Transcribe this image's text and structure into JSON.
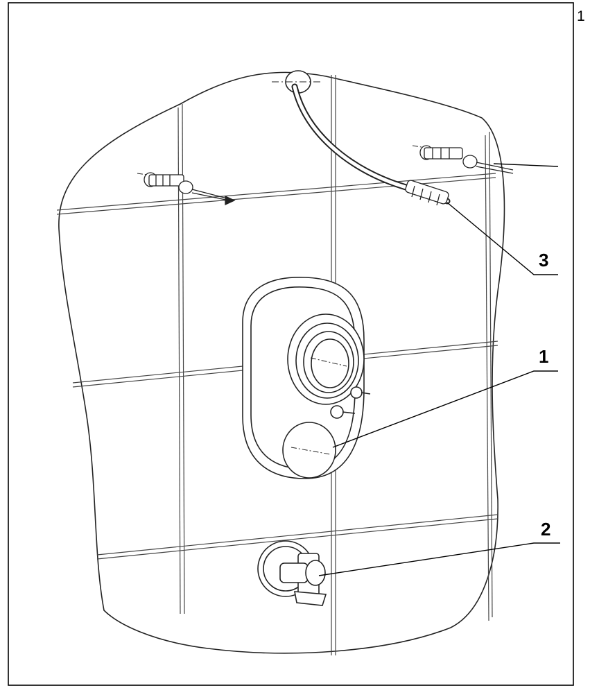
{
  "page": {
    "number": "1"
  },
  "callouts": {
    "one": "1",
    "two": "2",
    "three": "3"
  },
  "colors": {
    "line": "#1a1a1a",
    "tile_joint": "#555555",
    "background": "#ffffff"
  }
}
